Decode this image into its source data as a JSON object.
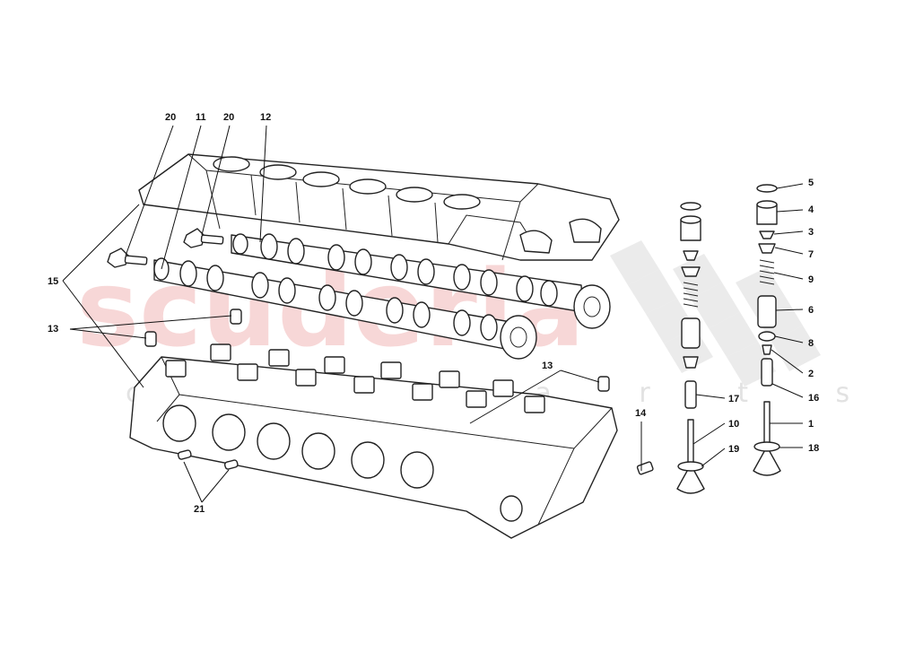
{
  "watermark": {
    "brand": "scuderia",
    "tagline": "c a r p a r t s"
  },
  "callouts": {
    "c20a": "20",
    "c11": "11",
    "c20b": "20",
    "c12": "12",
    "c15": "15",
    "c13a": "13",
    "c13b": "13",
    "c14": "14",
    "c21": "21",
    "c5": "5",
    "c4": "4",
    "c3": "3",
    "c7": "7",
    "c9": "9",
    "c6": "6",
    "c8": "8",
    "c2": "2",
    "c16": "16",
    "c1": "1",
    "c18": "18",
    "c17": "17",
    "c10": "10",
    "c19": "19"
  },
  "colors": {
    "line": "#222222",
    "watermark_red": "#f2b8b8",
    "watermark_grey": "#d6d6d6"
  }
}
